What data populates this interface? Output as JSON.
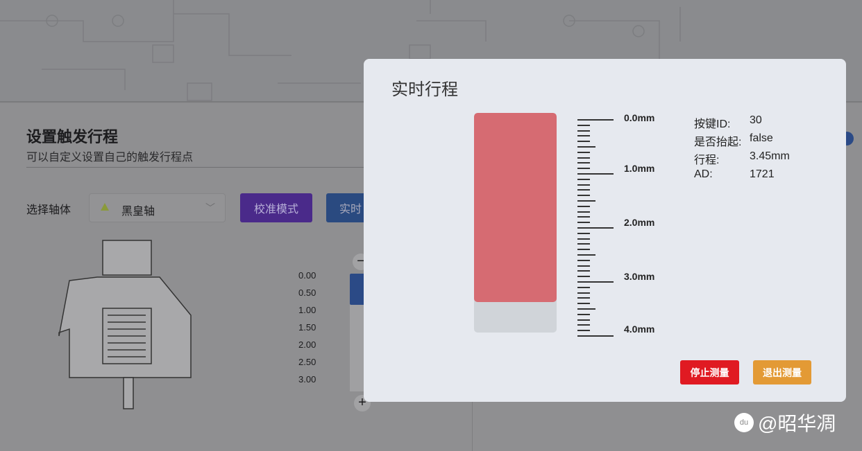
{
  "page": {
    "title": "设置触发行程",
    "subtitle": "可以自定义设置自己的触发行程点",
    "switch_label": "选择轴体",
    "switch_value": "黑皇轴",
    "calibrate_button": "校准模式",
    "realtime_button": "实时",
    "scale_labels": [
      "0.00",
      "0.50",
      "1.00",
      "1.50",
      "2.00",
      "2.50",
      "3.00"
    ],
    "minus": "−",
    "plus": "+"
  },
  "modal": {
    "title": "实时行程",
    "travel_mm": 3.45,
    "max_mm": 4.0,
    "ruler_labels": [
      "0.0mm",
      "1.0mm",
      "2.0mm",
      "3.0mm",
      "4.0mm"
    ],
    "info": [
      {
        "k": "按键ID:",
        "v": "30"
      },
      {
        "k": "是否抬起:",
        "v": "false"
      },
      {
        "k": "行程:",
        "v": "3.45mm"
      },
      {
        "k": "AD:",
        "v": "1721"
      }
    ],
    "stop_button": "停止测量",
    "exit_button": "退出测量",
    "colors": {
      "fill": "#d66b72",
      "stop": "#e01a22",
      "exit": "#e39a35"
    }
  },
  "watermark": "@昭华凋"
}
